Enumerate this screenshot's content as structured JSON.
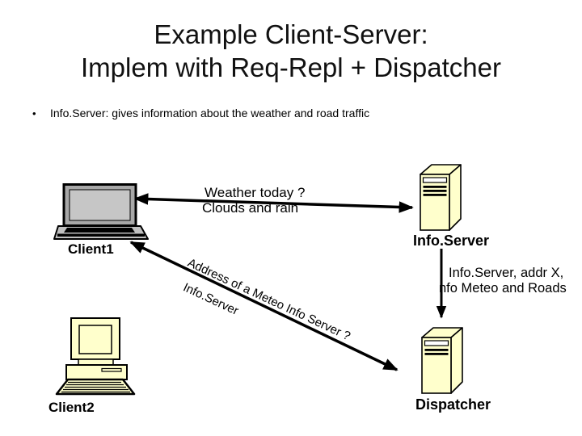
{
  "slide": {
    "title_line1": "Example Client-Server:",
    "title_line2": "Implem with Req-Repl + Dispatcher",
    "bullet_marker": "•",
    "bullet_text": "Info.Server: gives information about the weather and road traffic"
  },
  "diagram": {
    "nodes": {
      "client1": {
        "label": "Client1",
        "icon": "laptop-icon"
      },
      "client2": {
        "label": "Client2",
        "icon": "desktop-computer-icon"
      },
      "info_server": {
        "label": "Info.Server",
        "icon": "server-tower-icon"
      },
      "dispatcher": {
        "label": "Dispatcher",
        "icon": "server-tower-icon"
      }
    },
    "messages": {
      "weather_request": "Weather today ?",
      "weather_reply": "Clouds and rain",
      "address_request": "Address of a Meteo Info Server ?",
      "address_reply": "Info.Server",
      "registration_line1": "Info.Server, addr X,",
      "registration_line2": "nfo Meteo and Roads"
    },
    "colors": {
      "device_fill": "#FFFFCC",
      "laptop_screen": "#C6C6C6",
      "laptop_body": "#C0C0C0",
      "outline": "#000000",
      "background": "#FFFFFF"
    }
  }
}
